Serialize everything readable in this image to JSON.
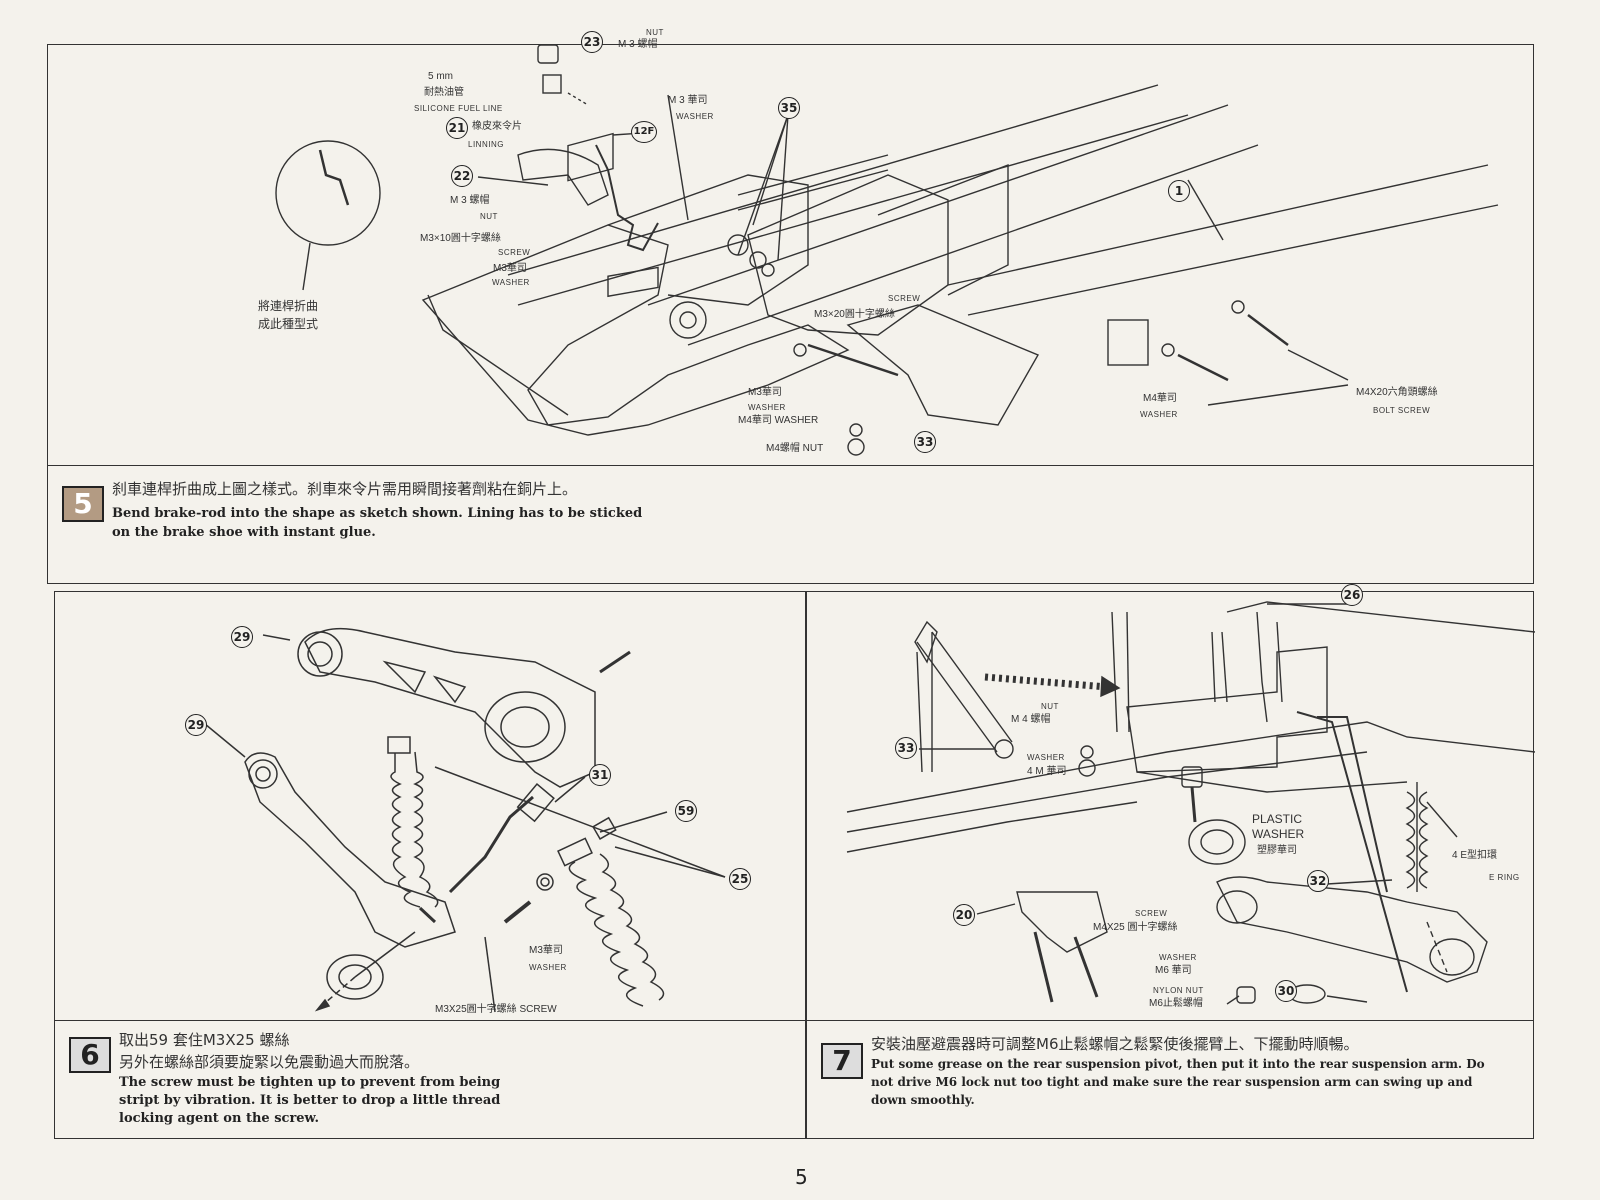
{
  "page_number": "5",
  "step5": {
    "badge": "5",
    "zh": "刹車連桿折曲成上圖之樣式。刹車來令片需用瞬間接著劑粘在銅片上。",
    "en_line1": "Bend brake-rod into the shape as sketch shown.  Lining has to be sticked",
    "en_line2": "on the brake shoe with instant glue.",
    "sketch_caption_1": "將連桿折曲",
    "sketch_caption_2": "成此種型式",
    "labels": {
      "nut_en_top": "NUT",
      "m3_nut_top": "M 3 螺帽",
      "fuel_5mm": "5 mm",
      "fuel_zh": "耐熱油管",
      "fuel_en": "SILICONE FUEL LINE",
      "lining_zh": "橡皮來令片",
      "lining_en": "LINNING",
      "m3_washer_zh": "M 3 華司",
      "m3_washer_en": "WASHER",
      "m3_nut2_zh": "M 3 螺帽",
      "m3_nut2_en": "NUT",
      "screw_m3x10_zh": "M3×10圓十字螺絲",
      "screw_en": "SCREW",
      "m3_washer2_zh": "M3華司",
      "m3_washer2_en": "WASHER",
      "screw_en2": "SCREW",
      "screw_m3x20_zh": "M3×20圓十字螺絲",
      "m3_washer3_zh": "M3華司",
      "m3_washer3_en": "WASHER",
      "m4_washer_inline": "M4華司 WASHER",
      "m4_nut_inline": "M4螺帽 NUT",
      "m4_washer_right_zh": "M4華司",
      "m4_washer_right_en": "WASHER",
      "bolt_zh": "M4X20六角頭螺絲",
      "bolt_en": "BOLT  SCREW"
    },
    "parts": [
      "23",
      "21",
      "12F",
      "22",
      "35",
      "1",
      "33"
    ]
  },
  "step6": {
    "badge": "6",
    "zh_line1": "取出59 套住M3X25 螺絲",
    "zh_line2": "另外在螺絲部須要旋緊以免震動過大而脫落。",
    "en_line1": "The screw must be tighten up to prevent from being",
    "en_line2": "stript by vibration.  It is better to drop a little thread",
    "en_line3": "locking agent on the screw.",
    "labels": {
      "m3_washer_zh": "M3華司",
      "m3_washer_en": "WASHER",
      "screw_zh": "M3X25圓十字螺絲 SCREW"
    },
    "parts": [
      "29",
      "29",
      "31",
      "59",
      "25"
    ]
  },
  "step7": {
    "badge": "7",
    "zh": "安裝油壓避震器時可調整M6止鬆螺帽之鬆緊使後擺臂上、下擺動時順暢。",
    "en_line1": "Put some grease on the rear suspension pivot, then put it into the rear suspension arm.  Do",
    "en_line2": "not drive M6 lock nut too tight and make sure the rear suspension arm can swing up and",
    "en_line3": "down smoothly.",
    "labels": {
      "nut_en": "NUT",
      "m4_nut_zh": "M 4 螺帽",
      "washer_en": "WASHER",
      "m4_washer_zh": "4 M 華司",
      "plastic_1": "PLASTIC",
      "plastic_2": "WASHER",
      "plastic_zh": "塑膠華司",
      "e_ring_zh": "4 E型扣環",
      "e_ring_en": "E RING",
      "screw_en": "SCREW",
      "screw_zh": "M4X25 圓十字螺絲",
      "washer_en2": "WASHER",
      "m6_washer_zh": "M6 華司",
      "nylon_en": "NYLON NUT",
      "m6_nut_zh": "M6止鬆螺帽"
    },
    "parts": [
      "26",
      "33",
      "20",
      "32",
      "30"
    ]
  }
}
